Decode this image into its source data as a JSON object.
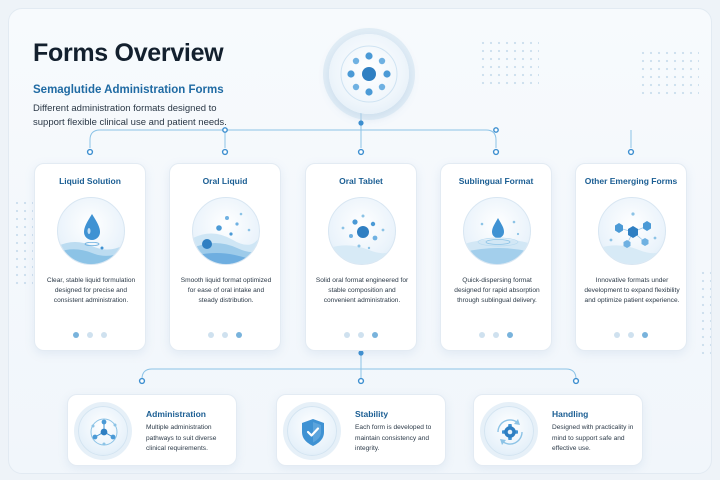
{
  "header": {
    "title": "Forms Overview",
    "subtitle": "Semaglutide Administration Forms",
    "description": "Different administration formats designed to support flexible clinical use and patient needs."
  },
  "forms": [
    {
      "title": "Liquid Solution",
      "text": "Clear, stable liquid formulation designed for precise and consistent administration.",
      "icon": "droplet-icon",
      "active_dot": 0
    },
    {
      "title": "Oral Liquid",
      "text": "Smooth liquid format optimized for ease of oral intake and steady distribution.",
      "icon": "oral-liquid-bubbles-icon",
      "active_dot": 2
    },
    {
      "title": "Oral Tablet",
      "text": "Solid oral format engineered for stable composition and convenient administration.",
      "icon": "tablet-particles-icon",
      "active_dot": 2
    },
    {
      "title": "Sublingual Format",
      "text": "Quick-dispersing format designed for rapid absorption through sublingual delivery.",
      "icon": "sublingual-droplet-icon",
      "active_dot": 2
    },
    {
      "title": "Other Emerging Forms",
      "text": "Innovative formats under development to expand flexibility and optimize patient experience.",
      "icon": "molecule-hexagons-icon",
      "active_dot": 2
    }
  ],
  "features": [
    {
      "title": "Administration",
      "text": "Multiple administration pathways to suit diverse clinical requirements.",
      "icon": "network-icon"
    },
    {
      "title": "Stability",
      "text": "Each form is developed to maintain consistency and integrity.",
      "icon": "shield-check-icon"
    },
    {
      "title": "Handling",
      "text": "Designed with practicality in mind to support safe and effective use.",
      "icon": "gear-cycle-icon"
    }
  ],
  "colors": {
    "accent": "#1f6aa3",
    "line": "#8cc3e6",
    "node": "#3d8fd0"
  }
}
